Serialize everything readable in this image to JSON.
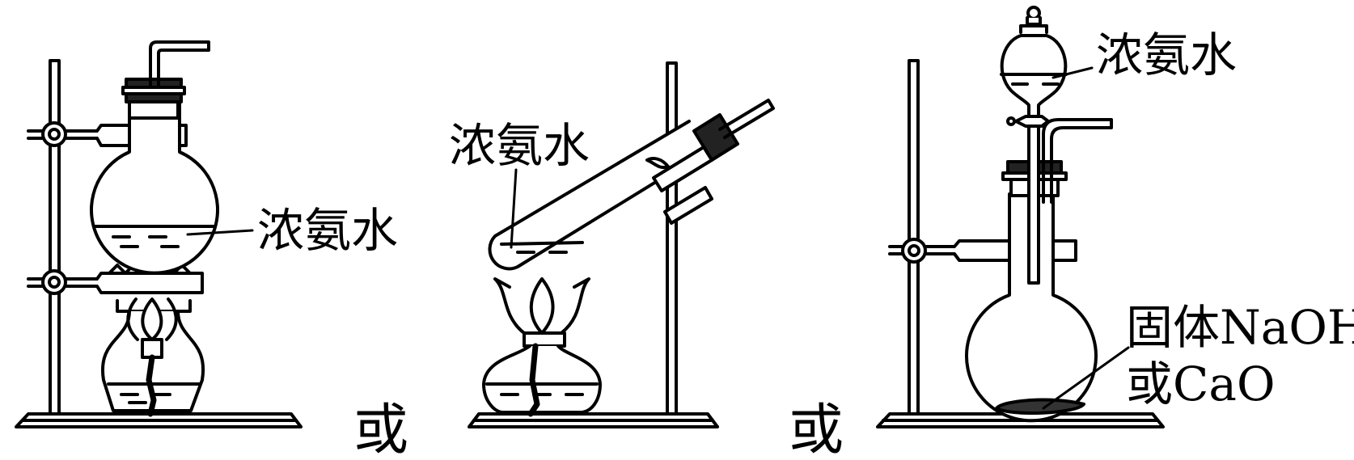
{
  "labels": {
    "setup_a_liquid": "浓氨水",
    "setup_b_liquid": "浓氨水",
    "setup_c_liquid": "浓氨水",
    "setup_c_solid_line1": "固体NaOH",
    "setup_c_solid_line2": "或CaO",
    "or_1": "或",
    "or_2": "或"
  },
  "colors": {
    "line": "#000000",
    "background": "#ffffff",
    "solid_fill": "#333333"
  }
}
